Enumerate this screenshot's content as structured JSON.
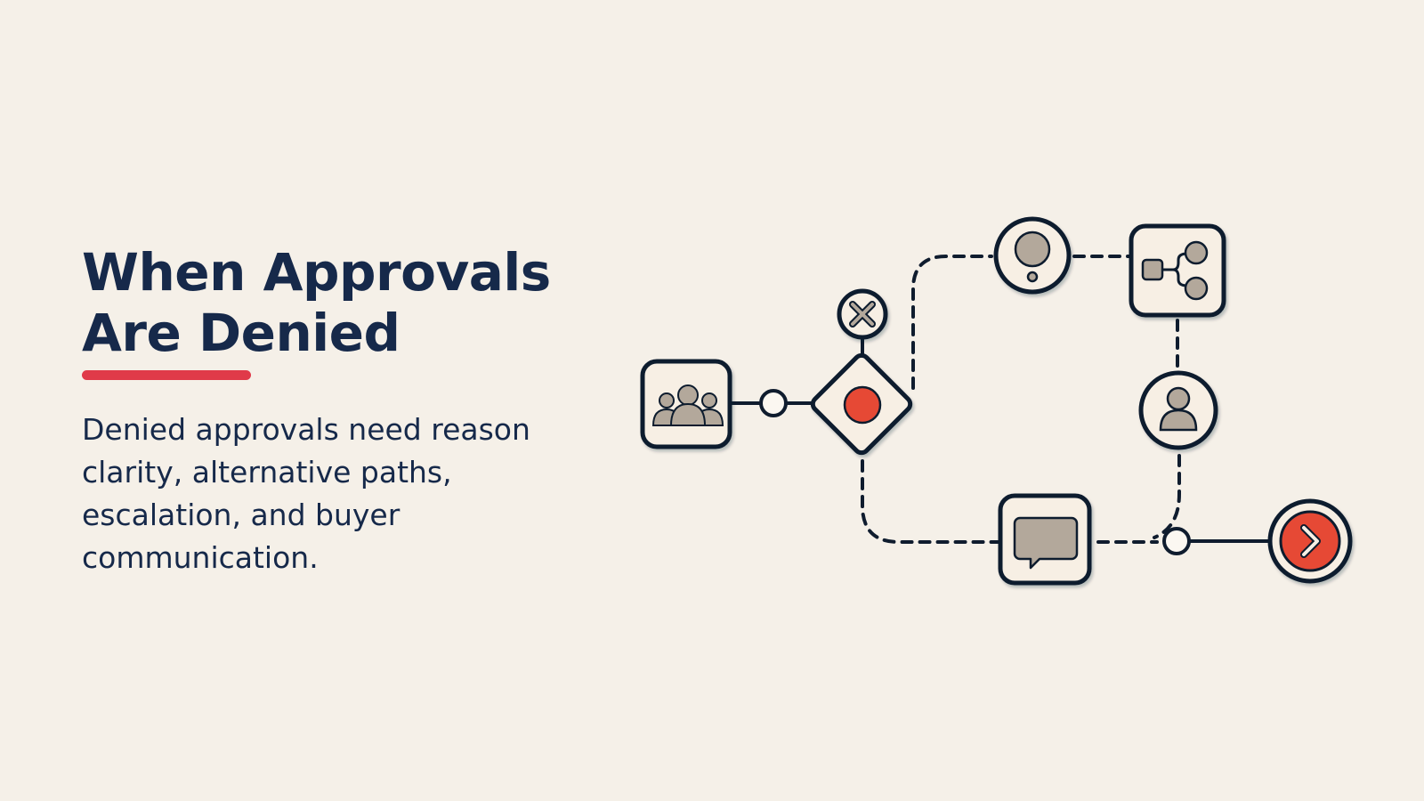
{
  "slide": {
    "title_line_1": "When Approvals",
    "title_line_2": "Are Denied",
    "body": "Denied approvals need reason clarity, alternative paths, escalation, and buyer communication."
  },
  "colors": {
    "background": "#f5f0e8",
    "title": "#16294a",
    "accent_underline": "#e03a49",
    "node_stroke": "#0f1c2e",
    "node_fill": "#f7efe4",
    "icon_fill": "#b3a89b",
    "alert_red": "#e64a35"
  },
  "diagram": {
    "nodes": [
      {
        "name": "team-node",
        "icon": "group-icon"
      },
      {
        "name": "decision-gateway",
        "icon": "record-icon"
      },
      {
        "name": "reject-marker",
        "icon": "close-icon"
      },
      {
        "name": "reason-node",
        "icon": "lightbulb-icon"
      },
      {
        "name": "alternative-path-node",
        "icon": "branch-icon"
      },
      {
        "name": "escalation-node",
        "icon": "person-icon"
      },
      {
        "name": "communication-node",
        "icon": "chat-bubble-icon"
      },
      {
        "name": "end-node",
        "icon": "chevron-right-icon"
      }
    ]
  }
}
